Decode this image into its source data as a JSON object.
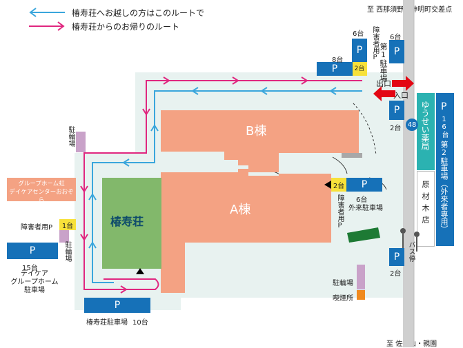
{
  "legend": {
    "to_label": "椿寿荘へお越しの方はこのルートで",
    "from_label": "椿寿荘からのお帰りのルート",
    "to_color": "#3aa6dc",
    "from_color": "#e0267f"
  },
  "directions": {
    "top": "至 西那須野・神明町交差点",
    "bottom": "至 佐久山・親園"
  },
  "buildings": {
    "b": "B棟",
    "a": "A棟",
    "main": "椿寿荘",
    "group_home": "グループホーム虹\nデイケアセンターおおぞら",
    "pharmacy": "ゆうせい薬局",
    "harazai": "原材木店"
  },
  "parking": {
    "p_label": "P",
    "p1_title": "第1駐車場",
    "p1_count_a": "6台",
    "p1_count_b": "6台",
    "p1_count_c": "8台",
    "p1_disabled": "障害者用P",
    "p1_disabled_count": "2台",
    "p2_title": "第2駐車場（外来者専用）",
    "p2_count": "16台",
    "p_roadside_count": "2台",
    "outpatient_label": "外来駐車場",
    "outpatient_count": "6台",
    "outpatient_disabled_count": "2台",
    "outpatient_disabled": "障害者用P",
    "group_count": "15台",
    "group_label": "デイケア\nグループホーム\n駐車場",
    "group_disabled": "障害者用P",
    "group_disabled_count": "1台",
    "main_label": "椿寿荘駐車場",
    "main_count": "10台",
    "bus_p_count": "2台"
  },
  "labels": {
    "exit": "出口",
    "entrance": "入口",
    "route_no": "48",
    "bike1": "駐輪場",
    "bike2": "駐輪場",
    "bike3": "駐輪場",
    "smoking": "喫煙所",
    "bus_stop": "バス停"
  }
}
